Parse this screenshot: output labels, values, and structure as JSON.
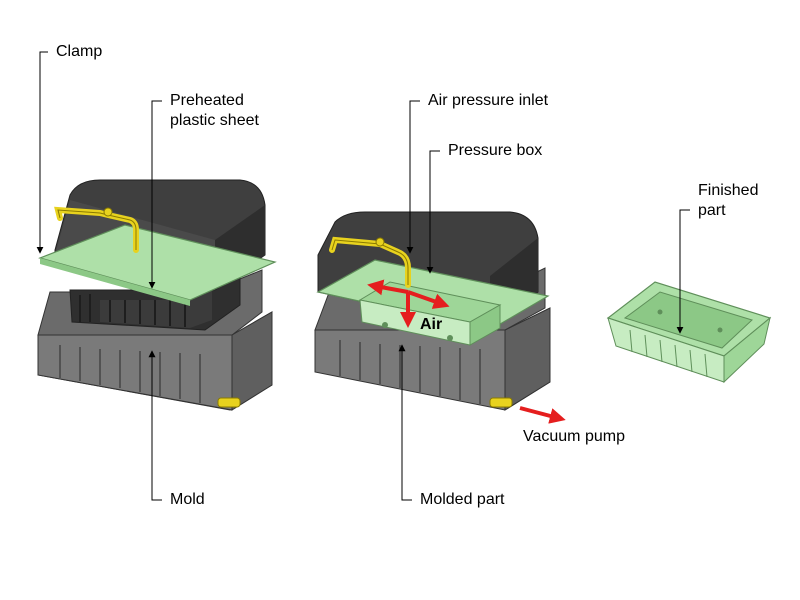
{
  "labels": {
    "clamp": "Clamp",
    "preheated_line1": "Preheated",
    "preheated_line2": "plastic sheet",
    "mold": "Mold",
    "air_pressure_inlet": "Air pressure inlet",
    "pressure_box": "Pressure box",
    "air": "Air",
    "molded_part": "Molded part",
    "vacuum_pump": "Vacuum pump",
    "finished_line1": "Finished",
    "finished_line2": "part"
  },
  "colors": {
    "box_dark": "#3f3f3f",
    "box_mid": "#555555",
    "box_light": "#6e6e6e",
    "mold_gray": "#8c8c8c",
    "mold_dark": "#5e5e5e",
    "sheet_green": "#aee0a8",
    "sheet_edge": "#5f8f5a",
    "pipe_yellow": "#e8d21e",
    "arrow_red": "#e51e1e",
    "leader": "#000000"
  },
  "icons": {
    "air_arrows": "arrows-icon",
    "vacuum_arrow": "arrow-right-icon",
    "pipe": "pipe-icon"
  }
}
